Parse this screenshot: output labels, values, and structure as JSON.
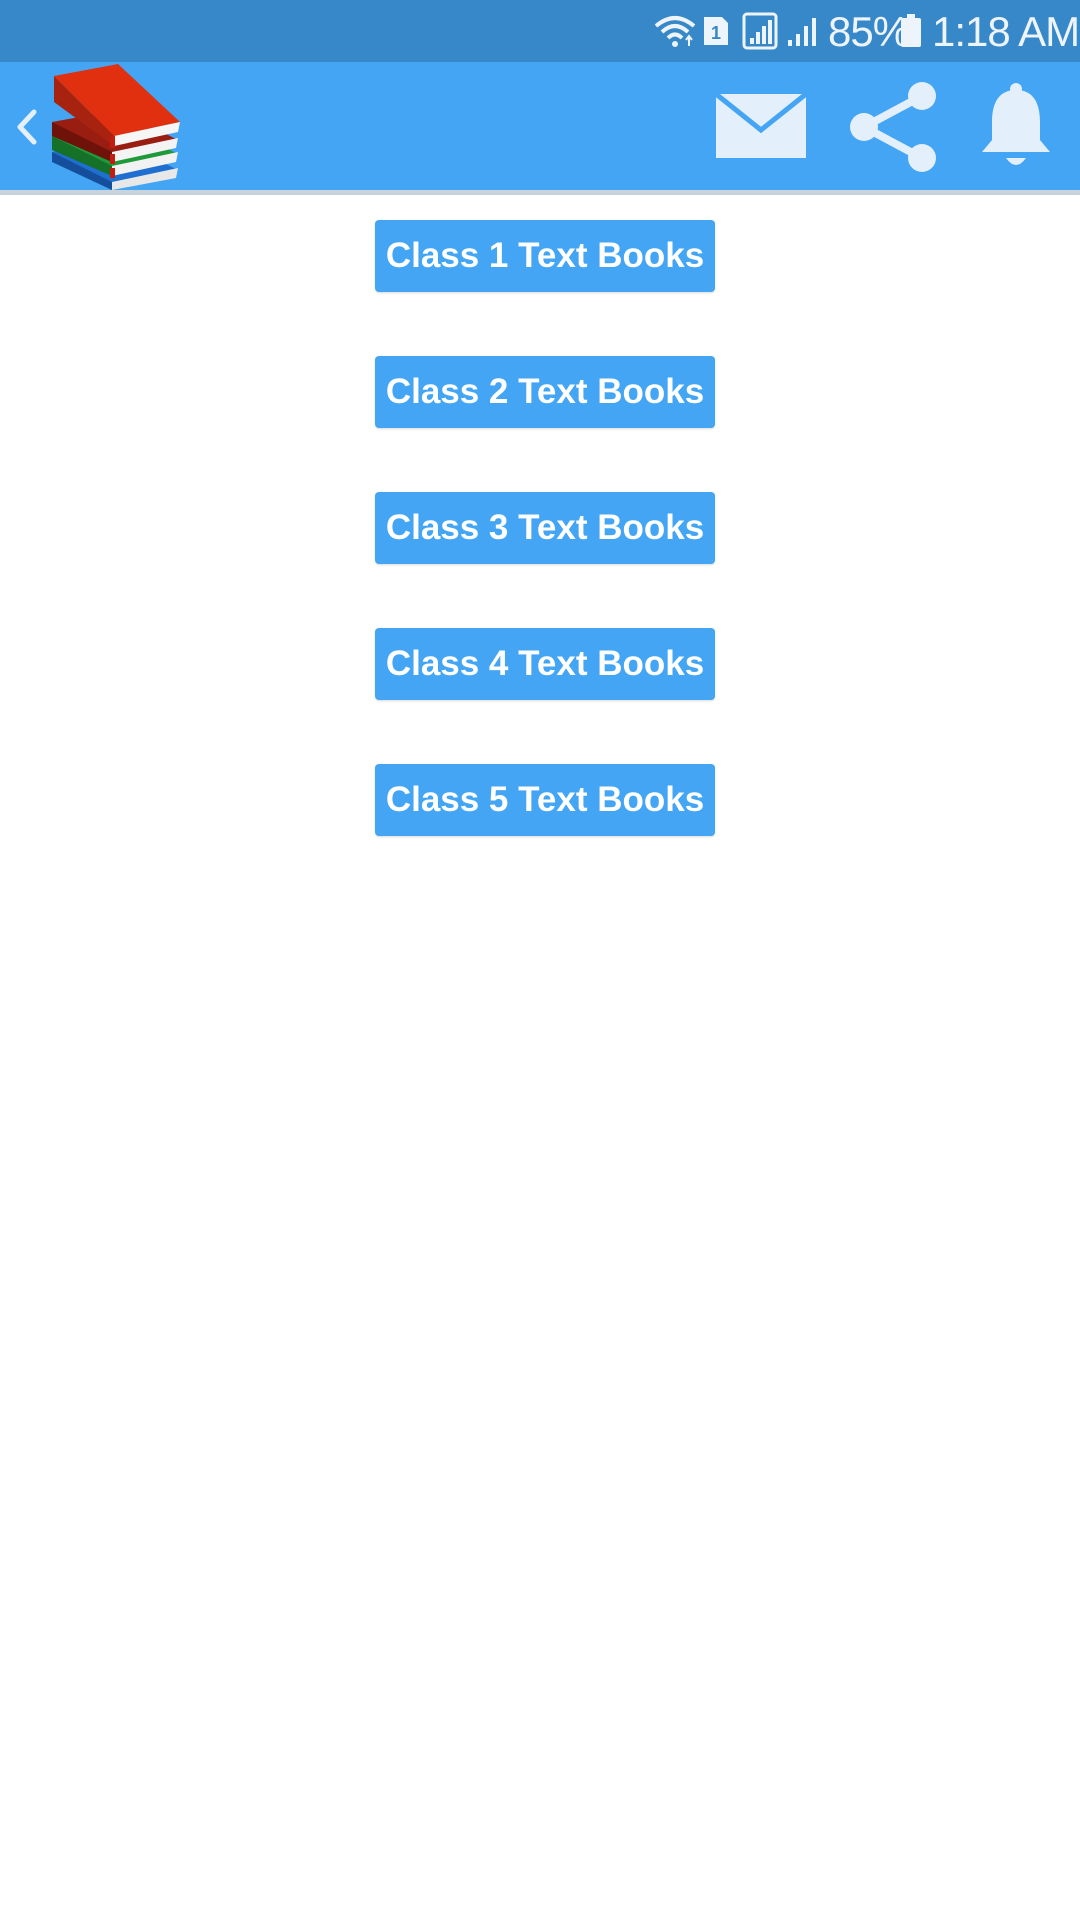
{
  "status_bar": {
    "battery_percent": "85%",
    "time": "1:18 AM",
    "sim_slot": "1",
    "icons": [
      "wifi-icon",
      "sim-card-icon",
      "signal-icon",
      "signal-icon",
      "battery-icon"
    ]
  },
  "app_bar": {
    "icons": [
      "back-arrow-icon",
      "books-logo-icon",
      "mail-icon",
      "share-icon",
      "bell-icon"
    ]
  },
  "classes": [
    {
      "label": "Class 1 Text Books"
    },
    {
      "label": "Class 2 Text Books"
    },
    {
      "label": "Class 3 Text Books"
    },
    {
      "label": "Class 4 Text Books"
    },
    {
      "label": "Class 5 Text Books"
    }
  ],
  "colors": {
    "status_bar": "#3788c8",
    "app_bar": "#43a5f3",
    "button": "#43a5f3",
    "button_text": "#ffffff",
    "icon": "#e3effb"
  }
}
